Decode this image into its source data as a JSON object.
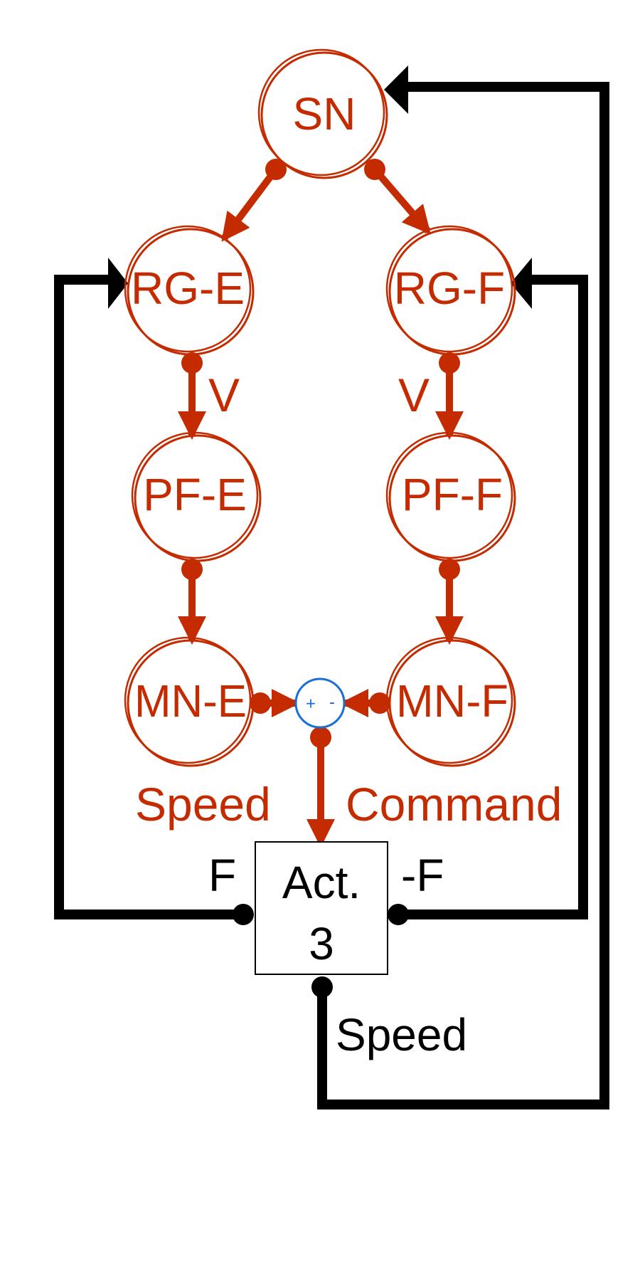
{
  "colors": {
    "neural": "#c42b00",
    "feedback": "#000000",
    "summer": "#1a6fd6",
    "background": "#ffffff"
  },
  "nodes": {
    "sn": "SN",
    "rg_e": "RG-E",
    "rg_f": "RG-F",
    "pf_e": "PF-E",
    "pf_f": "PF-F",
    "mn_e": "MN-E",
    "mn_f": "MN-F"
  },
  "labels": {
    "v_left": "V",
    "v_right": "V",
    "speed_command_1": "Speed",
    "speed_command_2": "Command",
    "force_left": "F",
    "force_right": "-F",
    "speed_feedback": "Speed"
  },
  "summer": {
    "plus": "+",
    "minus": "-"
  },
  "actuator": {
    "line1": "Act.",
    "line2": "3"
  }
}
